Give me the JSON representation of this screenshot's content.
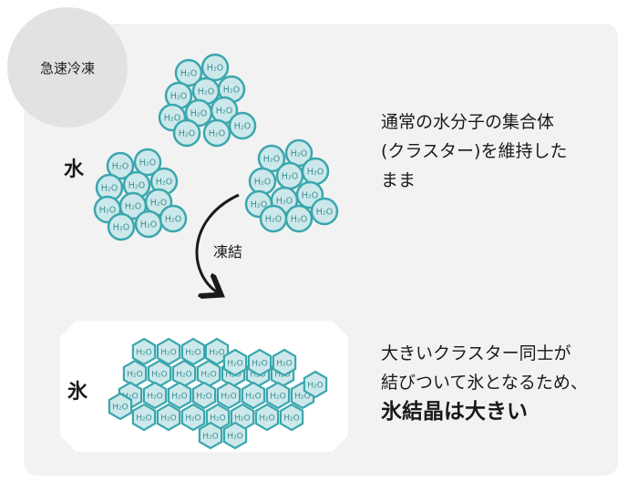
{
  "badge": "急速冷凍",
  "labels": {
    "water": "水",
    "ice": "氷",
    "freeze": "凍結"
  },
  "descriptions": {
    "top_line1": "通常の水分子の集合体",
    "top_line2": "(クラスター)を維持した",
    "top_line3": "まま",
    "bottom_line1": "大きいクラスター同士が",
    "bottom_line2": "結びついて氷となるため、",
    "bottom_line3": "氷結晶は大きい"
  },
  "molecule_label": "H₂O",
  "colors": {
    "panel": "#f2f2f2",
    "molecule_fill": "#cde8ea",
    "molecule_stroke": "#3aa7ae",
    "text": "#1a1a1a"
  }
}
